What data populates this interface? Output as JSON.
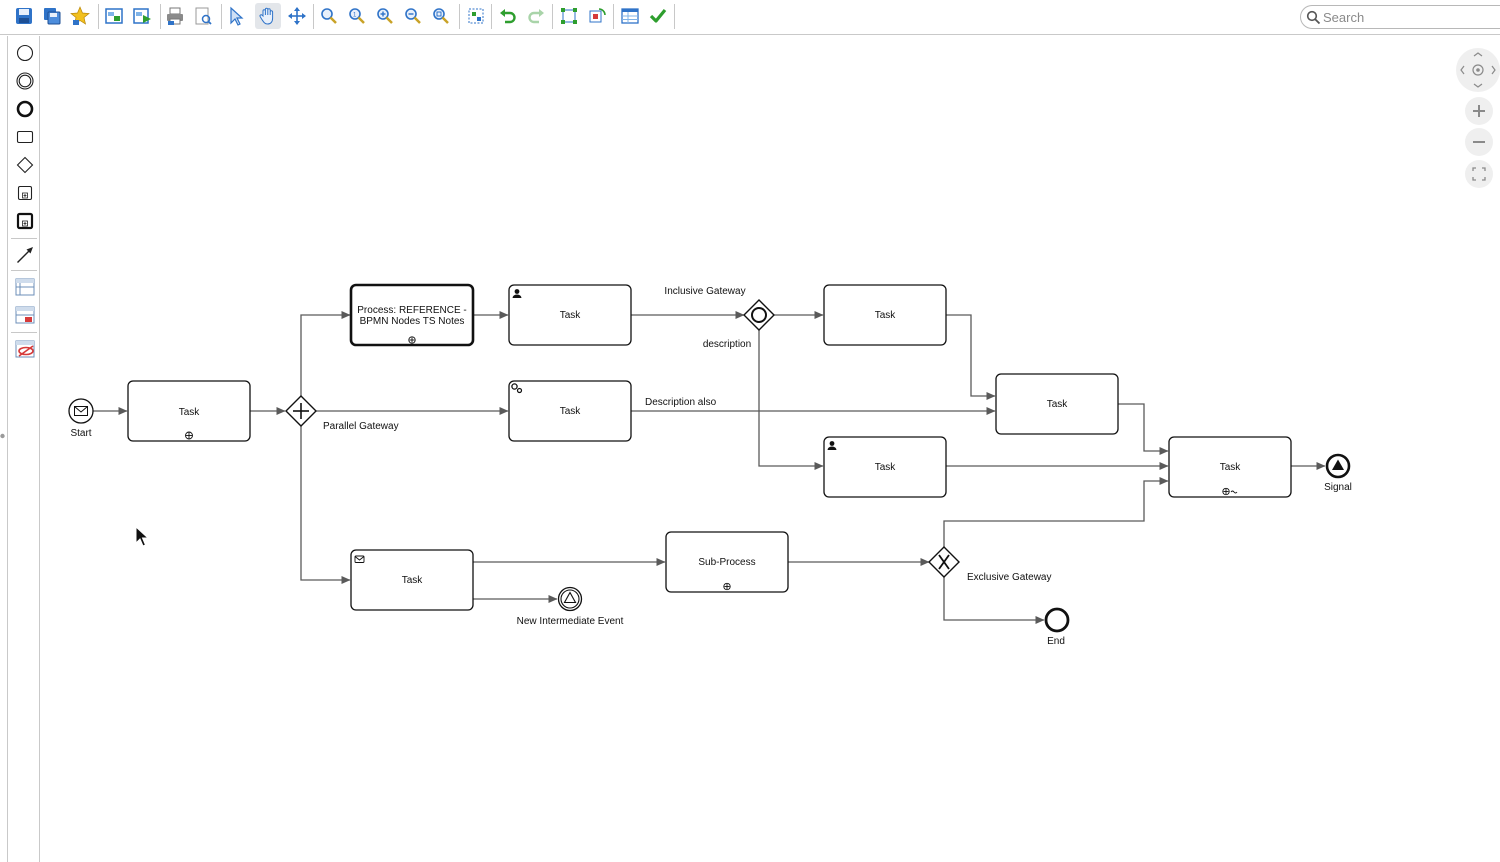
{
  "search": {
    "placeholder": "Search"
  },
  "toolbar": {
    "items": [
      {
        "name": "save-icon"
      },
      {
        "name": "save-as-icon"
      },
      {
        "name": "star-icon"
      },
      {
        "name": "import-icon"
      },
      {
        "name": "export-icon"
      },
      {
        "name": "print-icon"
      },
      {
        "name": "print-preview-icon"
      },
      {
        "name": "select-pointer-icon"
      },
      {
        "name": "hand-pan-icon"
      },
      {
        "name": "move-icon"
      },
      {
        "name": "zoom-icon"
      },
      {
        "name": "zoom-actual-icon"
      },
      {
        "name": "zoom-in-icon"
      },
      {
        "name": "zoom-out-icon"
      },
      {
        "name": "zoom-fit-icon"
      },
      {
        "name": "auto-layout-icon"
      },
      {
        "name": "undo-icon"
      },
      {
        "name": "redo-icon"
      },
      {
        "name": "bounding-box-icon"
      },
      {
        "name": "refresh-layout-icon"
      },
      {
        "name": "table-view-icon"
      },
      {
        "name": "validate-check-icon"
      }
    ]
  },
  "palette": {
    "items": [
      {
        "name": "start-event-tool"
      },
      {
        "name": "intermediate-event-tool"
      },
      {
        "name": "end-event-tool"
      },
      {
        "name": "task-tool"
      },
      {
        "name": "gateway-tool"
      },
      {
        "name": "subprocess-tool"
      },
      {
        "name": "collapsed-subprocess-tool"
      },
      {
        "name": "connector-tool"
      },
      {
        "name": "lane-tool"
      },
      {
        "name": "swimlane-tool"
      },
      {
        "name": "hide-lanes-tool"
      }
    ]
  },
  "diagram": {
    "start_event": {
      "label": "Start"
    },
    "task_main": {
      "label": "Task"
    },
    "parallel_gateway": {
      "label": "Parallel Gateway"
    },
    "process_node": {
      "line1": "Process: REFERENCE -",
      "line2": "BPMN Nodes TS Notes"
    },
    "user_task_top": {
      "label": "Task"
    },
    "inclusive_gateway": {
      "label": "Inclusive Gateway",
      "description": "description"
    },
    "task_top_right": {
      "label": "Task"
    },
    "service_task": {
      "label": "Task"
    },
    "description_also": "Description also",
    "task_middle_right": {
      "label": "Task"
    },
    "user_task_mid": {
      "label": "Task"
    },
    "task_final": {
      "label": "Task"
    },
    "signal_end": {
      "label": "Signal"
    },
    "send_task": {
      "label": "Task"
    },
    "intermediate_event": {
      "label": "New Intermediate Event"
    },
    "subprocess": {
      "label": "Sub-Process"
    },
    "exclusive_gateway": {
      "label": "Exclusive Gateway"
    },
    "end_event": {
      "label": "End"
    }
  },
  "colors": {
    "flow": "#5a5a5a",
    "node_border": "#111111",
    "validate": "#2e9e2e",
    "toolbar_blue": "#2f73c8"
  }
}
